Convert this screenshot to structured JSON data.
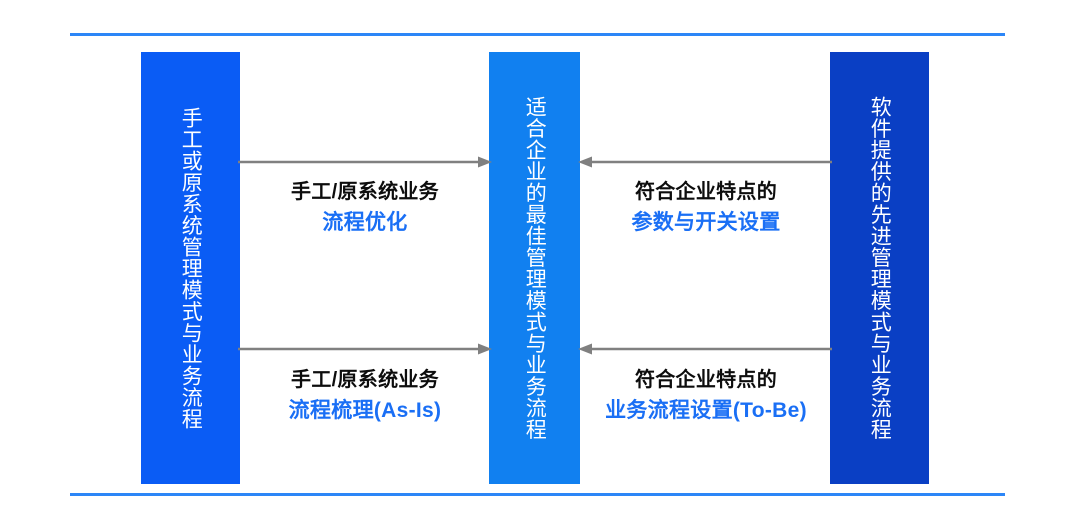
{
  "diagram": {
    "colors": {
      "rule": "#2c86f7",
      "column_left": "#0a5cf5",
      "column_middle": "#1180f0",
      "column_right": "#0a3fc4",
      "arrow": "#808080",
      "label_primary": "#0d0d0d",
      "label_accent": "#1a6ff5"
    },
    "columns": [
      {
        "id": "left",
        "text": "手工或原系统管理模式与业务流程"
      },
      {
        "id": "middle",
        "text": "适合企业的最佳管理模式与业务流程"
      },
      {
        "id": "right",
        "text": "软件提供的先进管理模式与业务流程"
      }
    ],
    "arrows": [
      {
        "id": "top-left",
        "direction": "right"
      },
      {
        "id": "bottom-left",
        "direction": "right"
      },
      {
        "id": "top-right",
        "direction": "left"
      },
      {
        "id": "bottom-right",
        "direction": "left"
      }
    ],
    "labels": {
      "top_left": {
        "line1": "手工/原系统业务",
        "line2": "流程优化"
      },
      "bottom_left": {
        "line1": "手工/原系统业务",
        "line2": "流程梳理(As-Is)"
      },
      "top_right": {
        "line1": "符合企业特点的",
        "line2": "参数与开关设置"
      },
      "bottom_right": {
        "line1": "符合企业特点的",
        "line2": "业务流程设置(To-Be)"
      }
    }
  }
}
